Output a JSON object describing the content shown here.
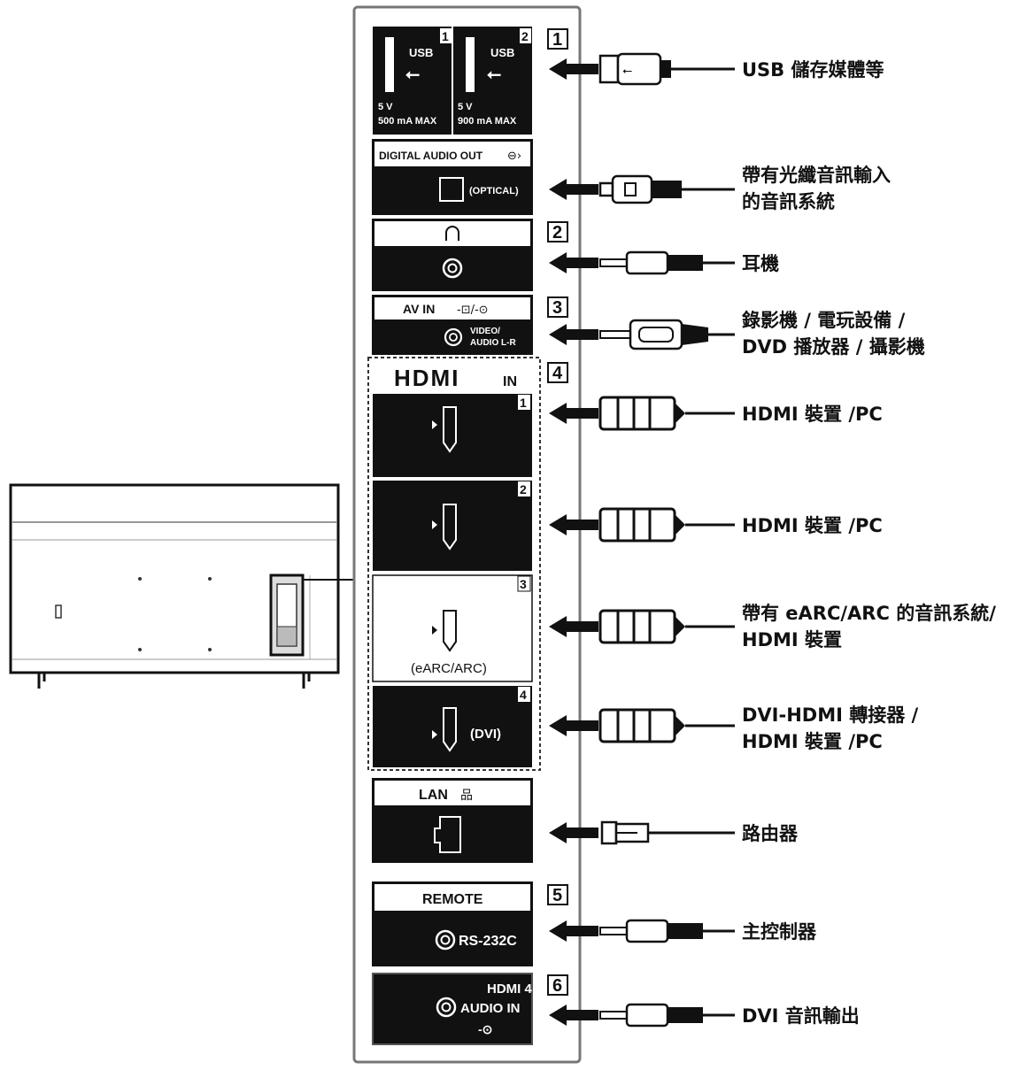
{
  "panel": {
    "usb1": {
      "label": "USB",
      "num": "1",
      "power_v": "5 V",
      "power_a": "500 mA MAX"
    },
    "usb2": {
      "label": "USB",
      "num": "2",
      "power_v": "5 V",
      "power_a": "900 mA MAX"
    },
    "digital_audio": {
      "label": "DIGITAL AUDIO OUT",
      "sub": "(OPTICAL)"
    },
    "av_in": {
      "label": "AV IN",
      "sub1": "VIDEO/",
      "sub2": "AUDIO L-R"
    },
    "hdmi": {
      "logo": "HDMI",
      "in": "IN",
      "ports": [
        {
          "num": "1",
          "note": ""
        },
        {
          "num": "2",
          "note": ""
        },
        {
          "num": "3",
          "note": "(eARC/ARC)"
        },
        {
          "num": "4",
          "note": "(DVI)"
        }
      ]
    },
    "lan": {
      "label": "LAN"
    },
    "remote": {
      "label": "REMOTE",
      "sub": "RS-232C"
    },
    "hdmi_audio": {
      "line1": "HDMI 4",
      "line2": "AUDIO IN"
    }
  },
  "markers": [
    "1",
    "2",
    "3",
    "4",
    "5",
    "6"
  ],
  "devices": [
    {
      "lines": [
        "USB 儲存媒體等"
      ]
    },
    {
      "lines": [
        "帶有光纖音訊輸入",
        "的音訊系統"
      ]
    },
    {
      "lines": [
        "耳機"
      ]
    },
    {
      "lines": [
        "錄影機 / 電玩設備 /",
        "DVD 播放器 / 攝影機"
      ]
    },
    {
      "lines": [
        "HDMI 裝置 /PC"
      ]
    },
    {
      "lines": [
        "HDMI 裝置 /PC"
      ]
    },
    {
      "lines": [
        "帶有 eARC/ARC 的音訊系統/",
        "HDMI 裝置"
      ]
    },
    {
      "lines": [
        "DVI-HDMI 轉接器 /",
        "HDMI 裝置 /PC"
      ]
    },
    {
      "lines": [
        "路由器"
      ]
    },
    {
      "lines": [
        "主控制器"
      ]
    },
    {
      "lines": [
        "DVI 音訊輸出"
      ]
    }
  ]
}
